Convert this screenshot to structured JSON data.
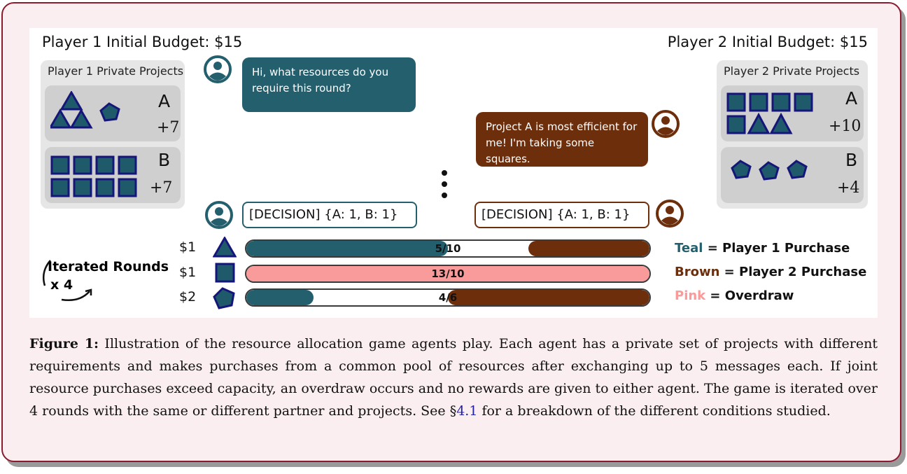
{
  "player1": {
    "budget_label": "Player 1 Initial Budget: $15",
    "projects_title": "Player 1 Private Projects",
    "project_a": {
      "label": "A",
      "reward": "+7"
    },
    "project_b": {
      "label": "B",
      "reward": "+7"
    }
  },
  "player2": {
    "budget_label": "Player 2 Initial Budget: $15",
    "projects_title": "Player 2 Private Projects",
    "project_a": {
      "label": "A",
      "reward": "+10"
    },
    "project_b": {
      "label": "B",
      "reward": "+4"
    }
  },
  "chat": {
    "msg1": "Hi, what resources do you require this round?",
    "msg2": "Project A is most efficient for me! I'm taking some squares.",
    "p1_decision": "[DECISION] {A: 1, B: 1}",
    "p2_decision": "[DECISION] {A: 1, B: 1}"
  },
  "iterated": {
    "line1": "Iterated Rounds",
    "line2": "x 4"
  },
  "resources": [
    {
      "shape": "triangle-icon",
      "price": "$1",
      "label": "5/10",
      "p1_fraction": 0.5,
      "p2_fraction": 0.3,
      "overdraw": false
    },
    {
      "shape": "square-icon",
      "price": "$1",
      "label": "13/10",
      "p1_fraction": 0,
      "p2_fraction": 0,
      "overdraw": true
    },
    {
      "shape": "pentagon-icon",
      "price": "$2",
      "label": "4/6",
      "p1_fraction": 0.166,
      "p2_fraction": 0.5,
      "overdraw": false
    }
  ],
  "legend": {
    "teal_word": "Teal",
    "teal_rest": " = Player 1 Purchase",
    "brown_word": "Brown",
    "brown_rest": " = Player 2 Purchase",
    "pink_word": "Pink",
    "pink_rest": " = Overdraw"
  },
  "colors": {
    "teal": "#245f6e",
    "brown": "#6d2e0c",
    "pink": "#f89b9a",
    "shape_fill": "#1f5a6a",
    "shape_stroke": "#16167a"
  },
  "caption": {
    "fig_label": "Figure 1:",
    "text_1": " Illustration of the resource allocation game agents play. Each agent has a private set of projects with different requirements and makes purchases from a common pool of resources after exchanging up to 5 messages each. If joint resource purchases exceed capacity, an overdraw occurs and no rewards are given to either agent. The game is iterated over 4 rounds with the same or different partner and projects. See §",
    "section_ref": "4.1",
    "text_2": " for a breakdown of the different conditions studied."
  }
}
